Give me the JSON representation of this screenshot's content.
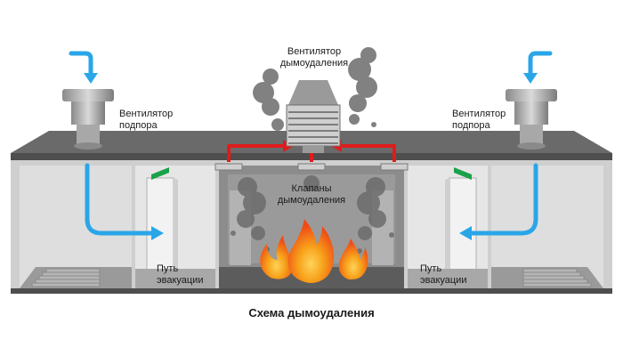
{
  "labels": {
    "fan_exhaust": [
      "Вентилятор",
      "дымоудаления"
    ],
    "fan_supply_left": [
      "Вентилятор",
      "подпора"
    ],
    "fan_supply_right": [
      "Вентилятор",
      "подпора"
    ],
    "valves": [
      "Клапаны",
      "дымоудаления"
    ],
    "evac_left": [
      "Путь",
      "эвакуации"
    ],
    "evac_right": [
      "Путь",
      "эвакуации"
    ]
  },
  "caption": "Схема дымоудаления",
  "colors": {
    "roof": "#5f5f5f",
    "wall_light": "#dcdcdc",
    "wall_mid": "#bdbdbd",
    "room_dark": "#7a7a7a",
    "floor": "#8e8e8e",
    "air_arrow": "#2aa6e8",
    "smoke_arrow": "#e11b1b",
    "flame_outer": "#f7b21a",
    "flame_inner": "#ef4b16",
    "smoke": "#6c6c6c",
    "exit_sign": "#19a24a"
  },
  "icons": [
    "supply-fan-icon",
    "exhaust-fan-icon",
    "fire-icon",
    "smoke-icon",
    "exit-sign-icon"
  ]
}
